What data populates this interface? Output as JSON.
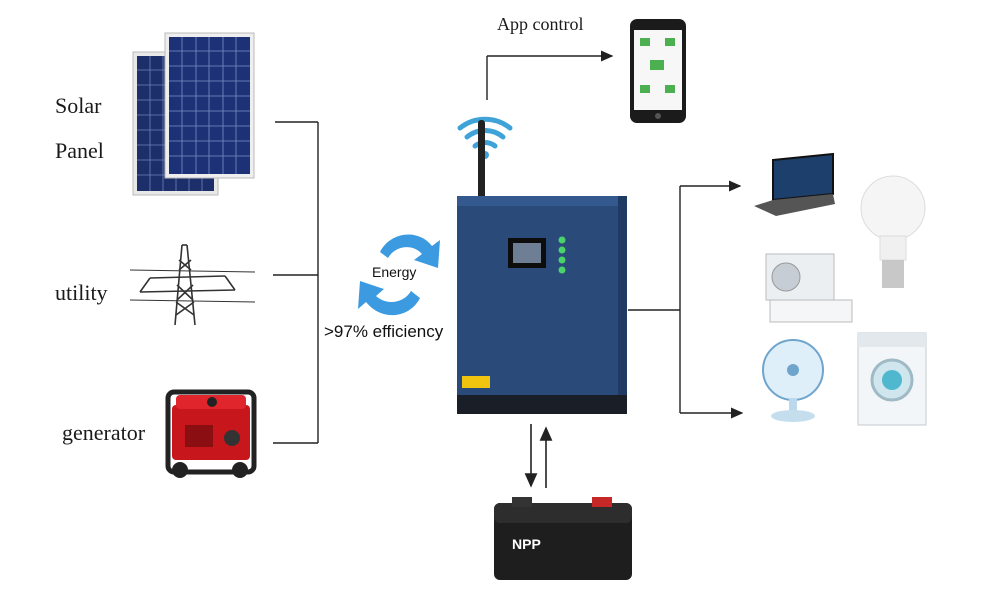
{
  "sources": {
    "solar_line1": "Solar",
    "solar_line2": "Panel",
    "utility": "utility",
    "generator": "generator"
  },
  "app_label": "App control",
  "energy_label": "Energy",
  "efficiency_label": ">97% efficiency",
  "battery_brand": "NPP",
  "colors": {
    "inverter_body": "#2a4a7a",
    "wifi": "#3fa3d8",
    "arrow_blue": "#3c9be0",
    "generator_red": "#c8161d",
    "line": "#222222"
  }
}
